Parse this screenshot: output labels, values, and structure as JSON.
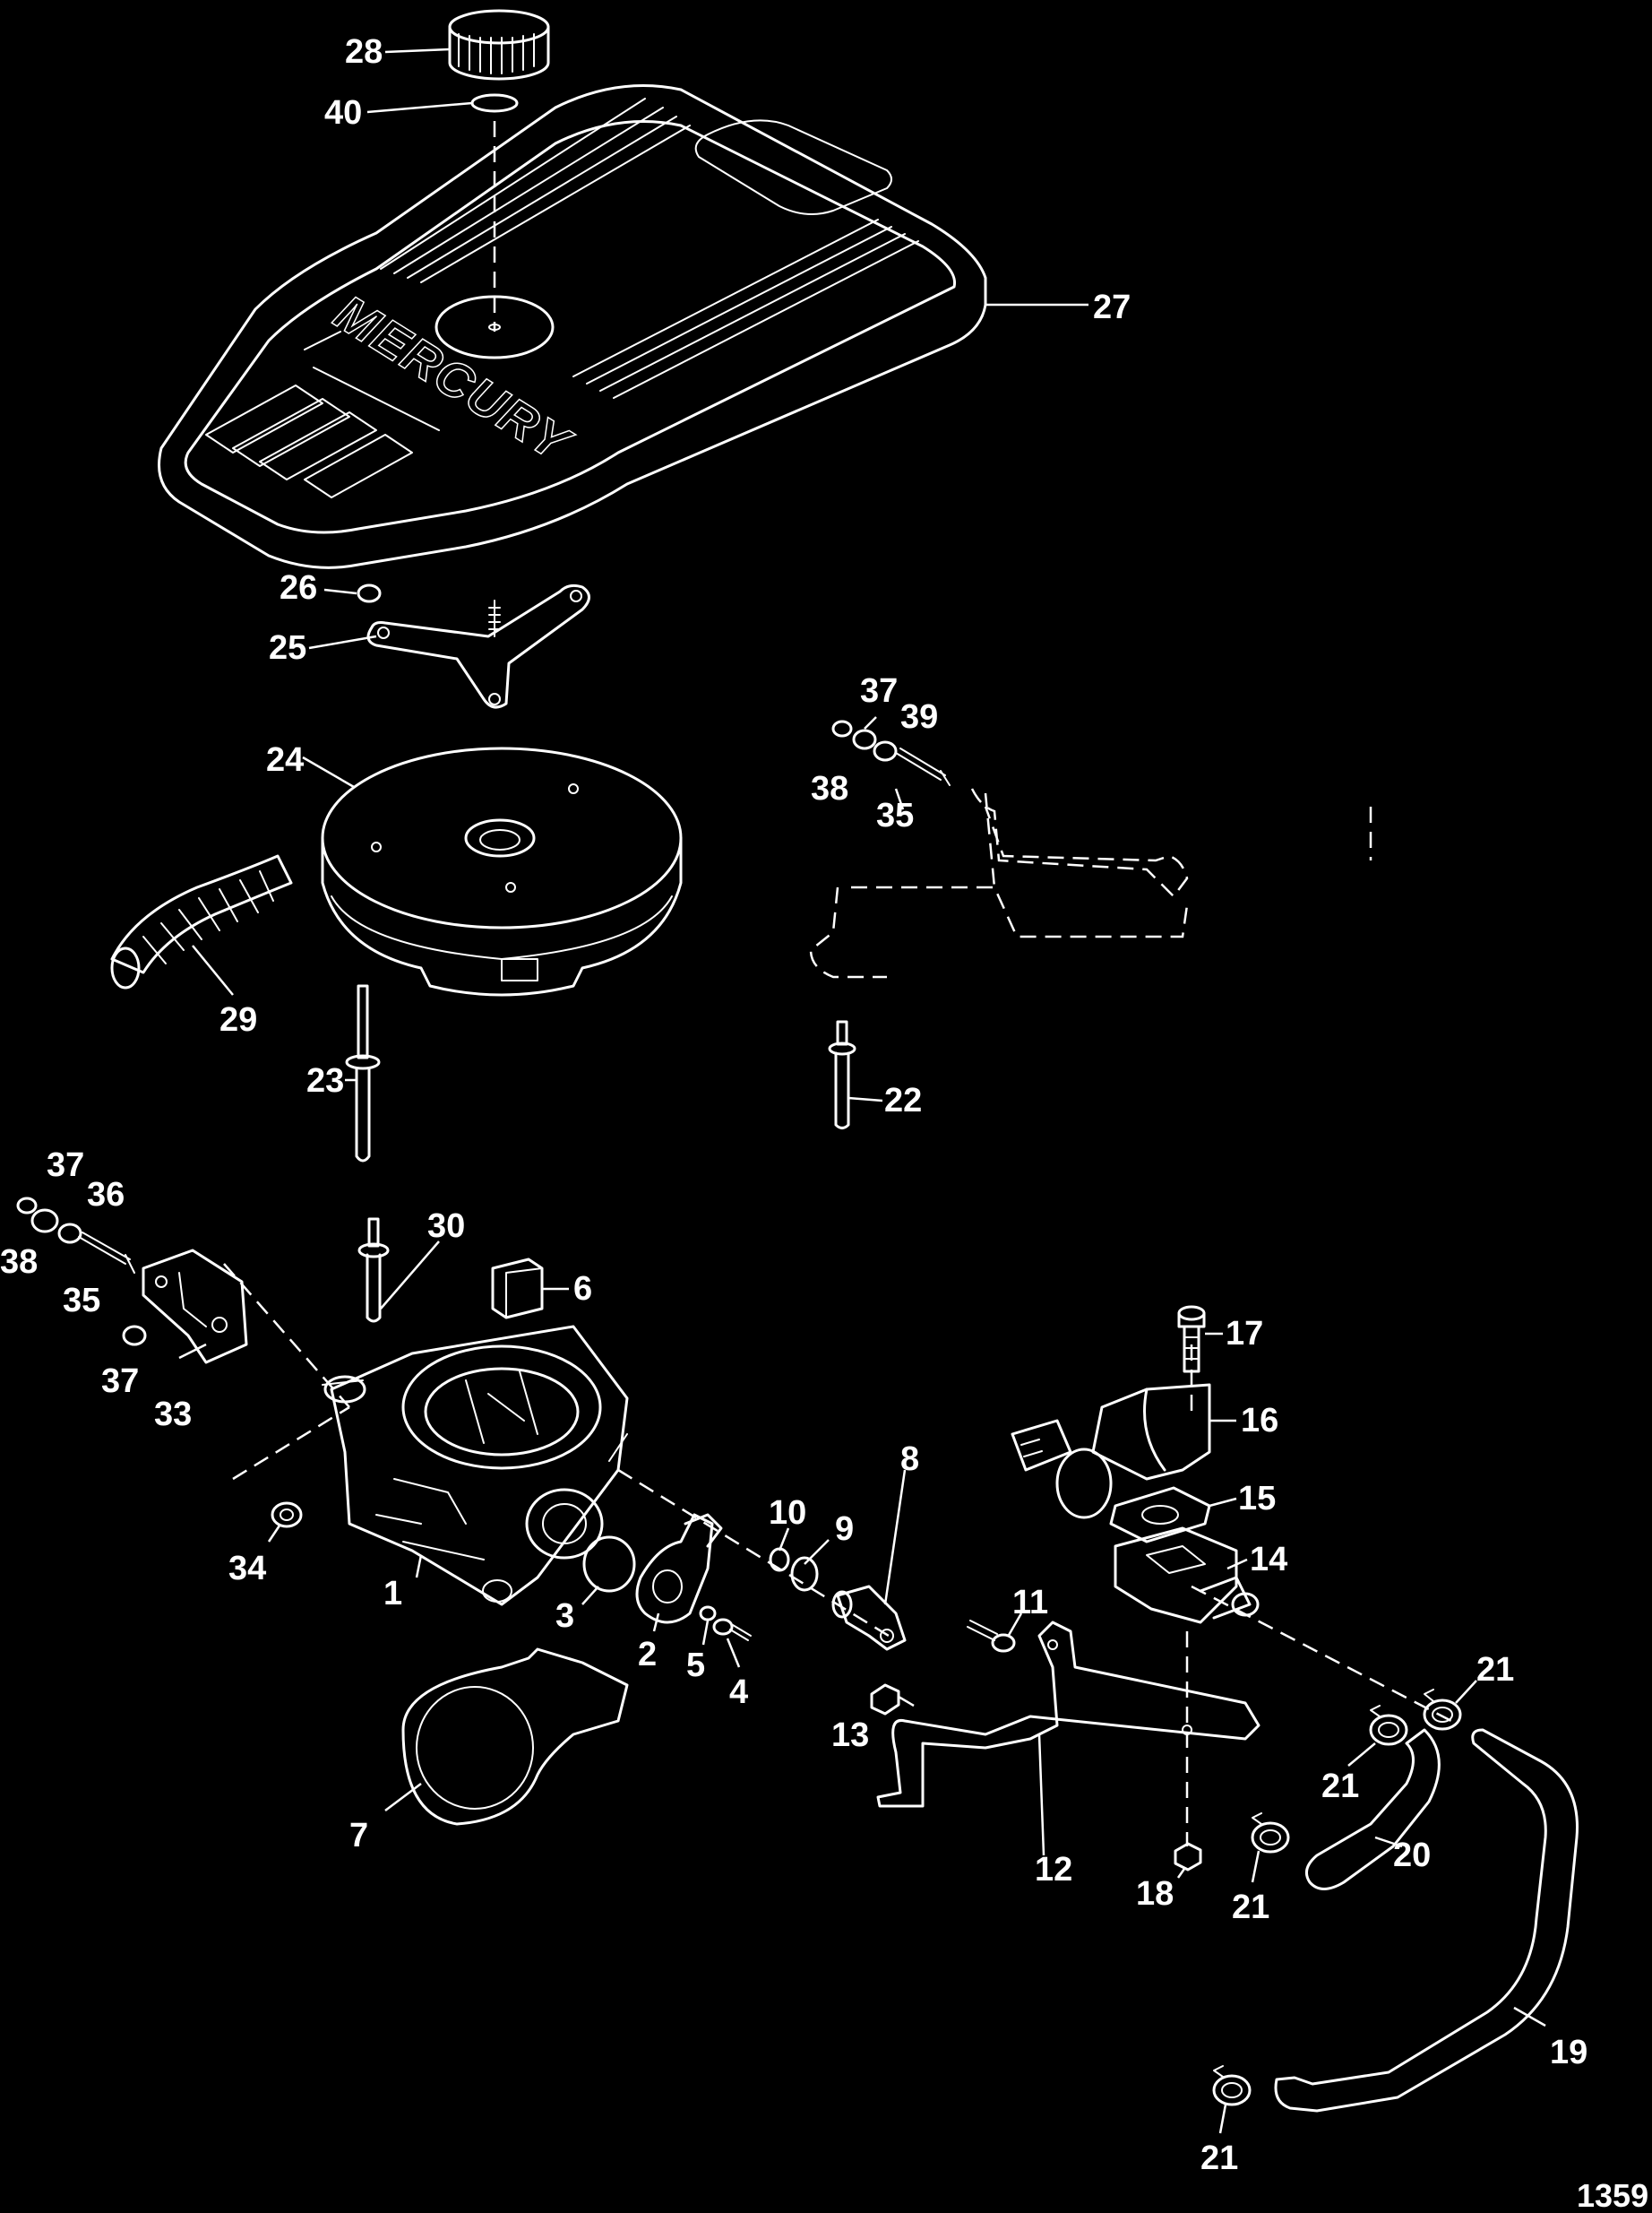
{
  "figure_id": "1359",
  "brand_logo_text": "MERCURY",
  "callouts": [
    "1",
    "2",
    "3",
    "4",
    "5",
    "6",
    "7",
    "8",
    "9",
    "10",
    "11",
    "12",
    "13",
    "14",
    "15",
    "16",
    "17",
    "18",
    "19",
    "20",
    "21",
    "21",
    "21",
    "21",
    "22",
    "23",
    "24",
    "25",
    "26",
    "27",
    "28",
    "29",
    "30",
    "33",
    "34",
    "35",
    "35",
    "36",
    "37",
    "37",
    "37",
    "38",
    "38",
    "39",
    "40"
  ]
}
